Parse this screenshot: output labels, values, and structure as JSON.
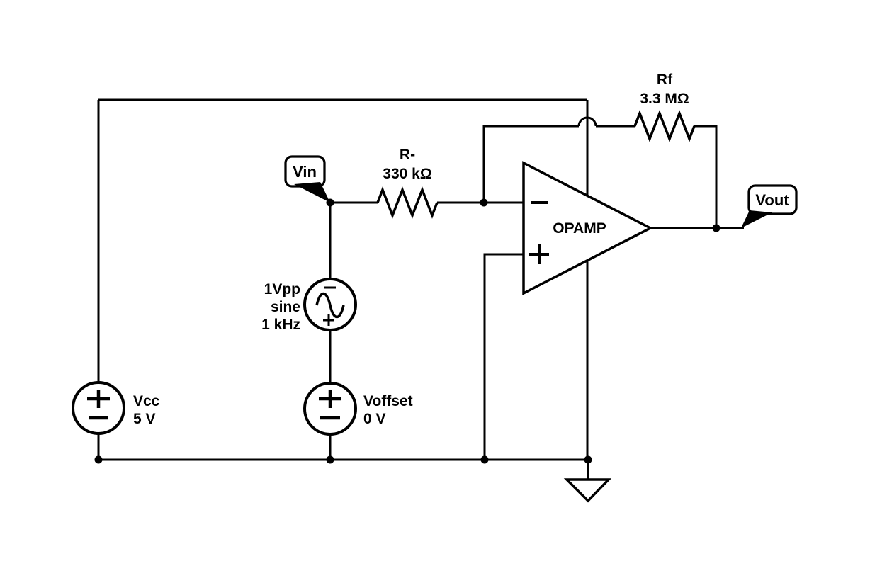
{
  "schematic": {
    "colors": {
      "line": "#000000",
      "background": "#ffffff",
      "symbol_fill": "#ffffff"
    },
    "net_labels": {
      "vin": "Vin",
      "vout": "Vout"
    },
    "opamp": {
      "label": "OPAMP",
      "inverting_marker": "−",
      "noninverting_marker": "+"
    },
    "resistors": {
      "input": {
        "name": "R-",
        "value": "330 kΩ"
      },
      "feedback": {
        "name": "Rf",
        "value": "3.3 MΩ"
      }
    },
    "sources": {
      "vcc": {
        "name": "Vcc",
        "value": "5 V"
      },
      "signal": {
        "line1": "1Vpp",
        "line2": "sine",
        "line3": "1 kHz"
      },
      "voffset": {
        "name": "Voffset",
        "value": "0 V"
      }
    },
    "ground": {
      "symbol": "ground"
    }
  }
}
